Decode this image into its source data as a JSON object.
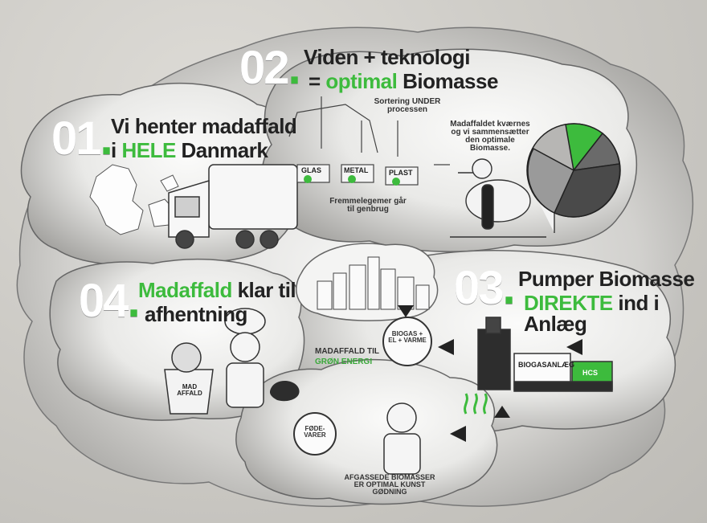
{
  "steps": {
    "s01": {
      "num": "01",
      "dot": ".",
      "line1": "Vi henter madaffald",
      "line2_pre": "i ",
      "line2_hl": "HELE",
      "line2_post": " Danmark"
    },
    "s02": {
      "num": "02",
      "dot": ".",
      "line1": "Viden + teknologi",
      "line2_pre": "= ",
      "line2_hl": "optimal",
      "line2_post": " Biomasse"
    },
    "s03": {
      "num": "03",
      "dot": ".",
      "line1": "Pumper Biomasse",
      "line2_hl": "DIREKTE",
      "line2_post": " ind i Anlæg"
    },
    "s04": {
      "num": "04",
      "dot": ".",
      "line1_hl": "Madaffald",
      "line1_post": " klar til",
      "line2": "afhentning"
    }
  },
  "annotations": {
    "sortering": "Sortering UNDER processen",
    "kvaernes": "Madaffaldet kværnes og vi sammensætter den optimale Biomasse.",
    "fremmed": "Fremmelegemer går til genbrug",
    "bin_glas": "GLAS",
    "bin_metal": "METAL",
    "bin_plast": "PLAST",
    "biogas": "BIOGAS + EL + VARME",
    "madaffald_til": "MADAFFALD TIL",
    "gron_energi": "GRØN ENERGI",
    "biogasanlaeg": "BIOGASANLÆG",
    "hcs": "HCS",
    "fodevarer": "FØDE- VARER",
    "afgassede": "AFGASSEDE BIOMASSER ER OPTIMAL KUNST GØDNING",
    "mad_bin": "MAD AFFALD"
  },
  "colors": {
    "accent": "#3dbb3d",
    "cloud_dark": "#a9a8a5",
    "cloud_light": "#f2f2f1",
    "text": "#222222"
  }
}
